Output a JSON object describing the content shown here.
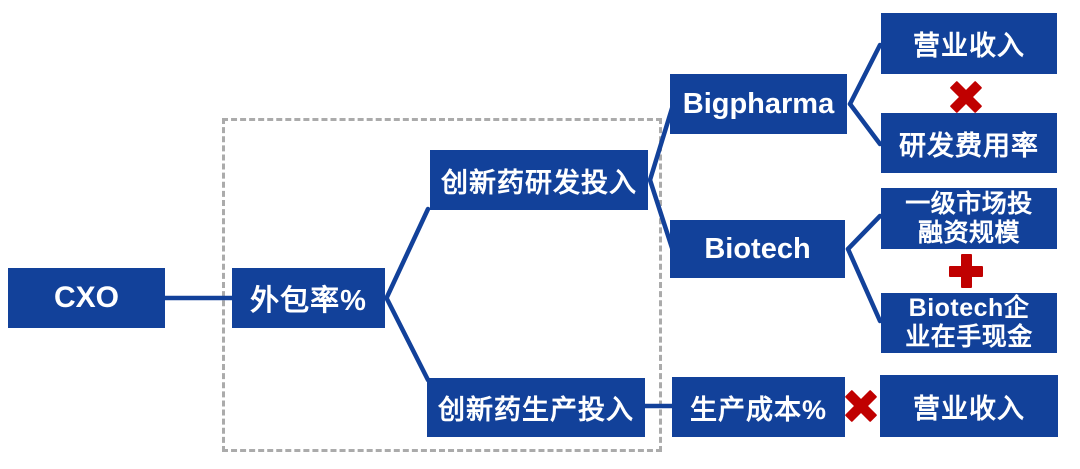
{
  "diagram": {
    "nodes": {
      "cxo": {
        "label": "CXO"
      },
      "outsourcing_rate": {
        "label": "外包率%"
      },
      "rd_investment": {
        "label": "创新药研发投入"
      },
      "production_investment": {
        "label": "创新药生产投入"
      },
      "bigpharma": {
        "label": "Bigpharma"
      },
      "biotech": {
        "label": "Biotech"
      },
      "production_cost_pct": {
        "label": "生产成本%"
      },
      "revenue_top": {
        "label": "营业收入"
      },
      "rd_expense_ratio": {
        "label": "研发费用率"
      },
      "primary_market_financing": {
        "line1": "一级市场投",
        "line2": "融资规模"
      },
      "biotech_cash_on_hand": {
        "line1": "Biotech企",
        "line2": "业在手现金"
      },
      "revenue_bottom": {
        "label": "营业收入"
      }
    },
    "operators": {
      "bigpharma_formula": "×",
      "biotech_formula": "+",
      "production_formula": "×"
    },
    "colors": {
      "node_blue": "#12419A",
      "operator_red": "#C00000",
      "dashed_border_gray": "#ABABAB",
      "node_text": "#FFFFFF",
      "background": "#FFFFFF"
    }
  }
}
